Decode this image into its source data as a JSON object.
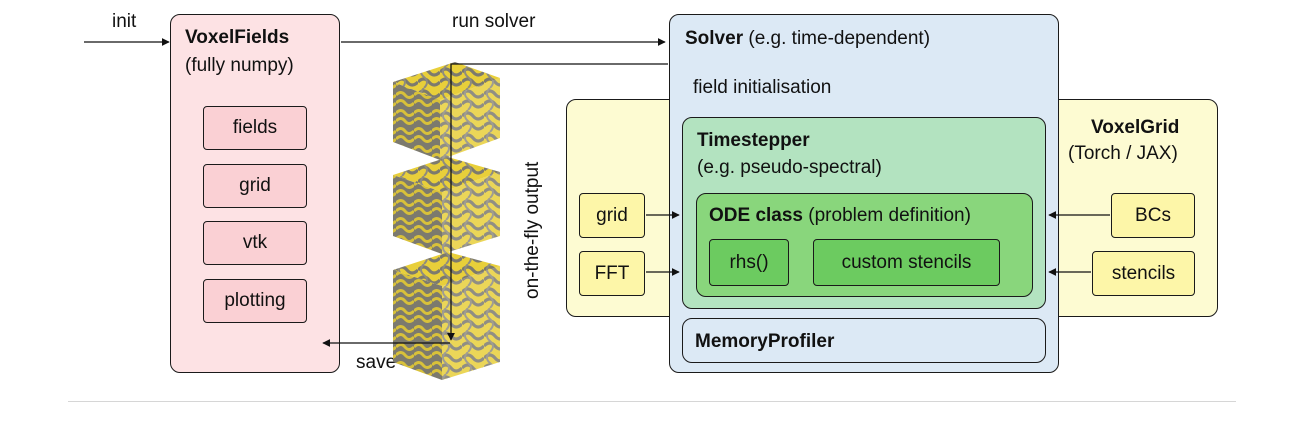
{
  "voxelfields": {
    "title": "VoxelFields",
    "subtitle": "(fully numpy)",
    "items": [
      "fields",
      "grid",
      "vtk",
      "plotting"
    ]
  },
  "arrows": {
    "init": "init",
    "run_solver": "run solver",
    "save": "save",
    "on_the_fly": "on-the-fly output"
  },
  "solver": {
    "title": "Solver",
    "subtitle": "(e.g. time-dependent)",
    "field_init": "field initialisation",
    "timestepper": {
      "title": "Timestepper",
      "subtitle": "(e.g. pseudo-spectral)",
      "ode": {
        "title": "ODE class",
        "subtitle": "(problem definition)",
        "items": [
          "rhs()",
          "custom stencils"
        ]
      }
    },
    "profiler": "MemoryProfiler"
  },
  "voxelgrid": {
    "title": "VoxelGrid",
    "subtitle": "(Torch / JAX)",
    "left_items": [
      "grid",
      "FFT"
    ],
    "right_items": [
      "BCs",
      "stencils"
    ]
  },
  "colors": {
    "voxelfields_bg": "#fde2e4",
    "solver_bg": "#dce9f5",
    "voxelgrid_bg": "#fdfbd2",
    "timestepper_bg": "#b3e3c0",
    "ode_bg": "#89d67c",
    "cube_yellow": "#e8cf3a",
    "cube_gray": "#7c7a6e"
  }
}
